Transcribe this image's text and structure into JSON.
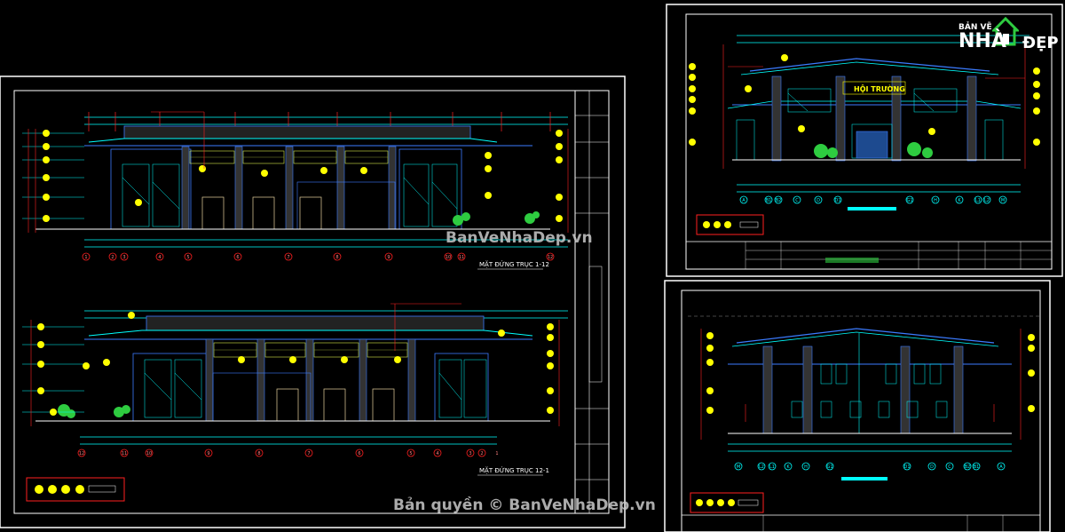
{
  "logo": {
    "line1": "BẢN VẼ",
    "line2": "NHÀ",
    "line3": "ĐẸP"
  },
  "watermarks": {
    "center": "BanVeNhaDep.vn",
    "bottom": "Bản quyền © BanVeNhaDep.vn"
  },
  "sheets": {
    "top_right": {
      "title": "HỘI TRƯỜNG",
      "axes": [
        "A",
        "B1",
        "B2",
        "C",
        "D",
        "D1",
        "G1",
        "H",
        "K",
        "L1",
        "L2",
        "M"
      ]
    },
    "left_top": {
      "caption": "MẶT ĐỨNG TRỤC 1-12",
      "axes": [
        "1",
        "2",
        "3",
        "4",
        "5",
        "6",
        "7",
        "8",
        "9",
        "10",
        "11",
        "12"
      ]
    },
    "left_bottom": {
      "caption": "MẶT ĐỨNG TRỤC 12-1",
      "axes": [
        "12",
        "11",
        "10",
        "9",
        "8",
        "7",
        "6",
        "5",
        "4",
        "3",
        "2",
        "1"
      ]
    },
    "bottom_right": {
      "axes": [
        "M",
        "L2",
        "L1",
        "K",
        "H",
        "G1",
        "D1",
        "D",
        "C",
        "B2",
        "B1",
        "A"
      ]
    }
  },
  "colors": {
    "background": "#000000",
    "frame": "#ffffff",
    "cyan": "#00ffff",
    "red": "#ff2020",
    "yellow": "#ffff00",
    "green": "#2ecc40",
    "blue": "#3b7bff"
  }
}
